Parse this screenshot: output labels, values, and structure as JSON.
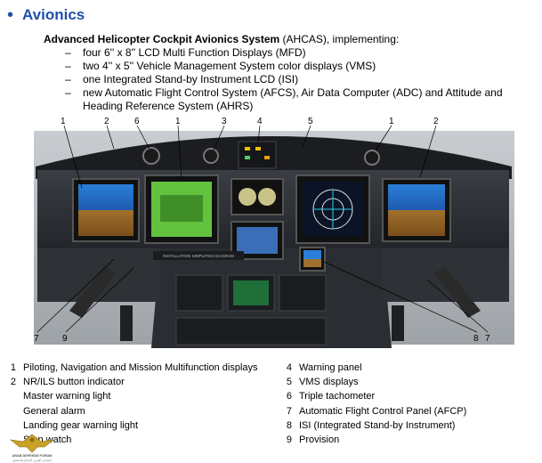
{
  "header": {
    "bullet": "•",
    "title": "Avionics"
  },
  "intro": {
    "lead_bold": "Advanced Helicopter Cockpit Avionics System",
    "lead_rest": " (AHCAS), implementing:",
    "items": [
      {
        "dash": "–",
        "text": "four 6'' x 8'' LCD Multi Function Displays (MFD)"
      },
      {
        "dash": "–",
        "text": "two 4'' x  5'' Vehicle Management System color displays (VMS)"
      },
      {
        "dash": "–",
        "text": "one Integrated Stand-by Instrument LCD (ISI)"
      },
      {
        "dash": "–",
        "text": "new Automatic Flight Control System (AFCS), Air Data Computer (ADC) and Attitude and Heading Reference System (AHRS)"
      }
    ]
  },
  "photo": {
    "callouts_top": [
      "1",
      "2",
      "6",
      "1",
      "3",
      "4",
      "5",
      "1",
      "2"
    ],
    "callouts_bottom": [
      "7",
      "9",
      "8",
      "7"
    ],
    "panel_label": "INSTALLATION SIMPLIFIED DIAGRAM"
  },
  "legend": {
    "left": [
      {
        "num": "1",
        "label": "Piloting, Navigation and Mission Multifunction displays"
      },
      {
        "num": "2",
        "label": "NR/ILS button indicator"
      },
      {
        "num": "",
        "label": "Master warning light"
      },
      {
        "num": "",
        "label": "General alarm"
      },
      {
        "num": "",
        "label": "Landing gear warning light"
      },
      {
        "num": "",
        "label": "Stop watch"
      }
    ],
    "right": [
      {
        "num": "4",
        "label": "Warning panel"
      },
      {
        "num": "5",
        "label": "VMS displays"
      },
      {
        "num": "6",
        "label": "Triple tachometer"
      },
      {
        "num": "7",
        "label": "Automatic Flight Control Panel (AFCP)"
      },
      {
        "num": "8",
        "label": "ISI (Integrated Stand-by Instrument)"
      },
      {
        "num": "9",
        "label": "Provision"
      }
    ]
  },
  "logo": {
    "line1": "ARAB DEFENSE FORUM",
    "line2": "المنتدى العربي للدفاع والتسليح"
  }
}
